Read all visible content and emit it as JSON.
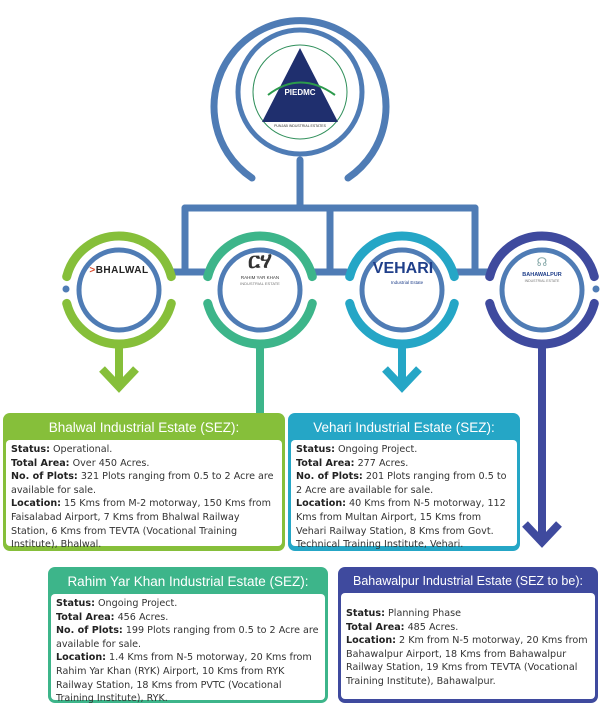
{
  "colors": {
    "connector": "#4f7cb5",
    "bhalwal": "#86bf3a",
    "ryk": "#3db58a",
    "vehari": "#25a6c6",
    "bahawalpur": "#3f4a9e"
  },
  "logos": {
    "center": "PIEDMC",
    "center_sub": "PUNJAB INDUSTRIAL ESTATES",
    "bhalwal": "BHALWAL",
    "ryk": "RAHIM YAR KHAN",
    "ryk_sub": "INDUSTRIAL ESTATE",
    "vehari": "EHARI",
    "vehari_sub": "Industrial Estate",
    "bahawalpur": "BAHAWALPUR",
    "bahawalpur_sub": "INDUSTRIAL ESTATE"
  },
  "estates": {
    "bhalwal": {
      "title": "Bhalwal Industrial Estate (SEZ):",
      "status_label": "Status:",
      "status": " Operational.",
      "area_label": "Total Area:",
      "area": " Over 450 Acres.",
      "plots_label": "No. of Plots:",
      "plots": " 321 Plots ranging from 0.5 to 2 Acre are available for sale.",
      "location_label": "Location:",
      "location": " 15 Kms from M-2 motorway, 150 Kms from Faisalabad Airport, 7 Kms from Bhalwal Railway Station, 6 Kms from TEVTA (Vocational Training Institute), Bhalwal."
    },
    "vehari": {
      "title": "Vehari Industrial Estate (SEZ):",
      "status_label": "Status:",
      "status": " Ongoing Project.",
      "area_label": "Total Area:",
      "area": " 277 Acres.",
      "plots_label": "No. of Plots:",
      "plots": " 201 Plots ranging from 0.5 to 2 Acre are available for sale.",
      "location_label": "Location:",
      "location": " 40 Kms from N-5 motorway, 112 Kms from Multan Airport, 15 Kms from Vehari Railway Station, 8 Kms from Govt. Technical Training Institute, Vehari."
    },
    "ryk": {
      "title": "Rahim Yar Khan Industrial Estate (SEZ):",
      "status_label": "Status:",
      "status": " Ongoing Project.",
      "area_label": "Total Area:",
      "area": " 456 Acres.",
      "plots_label": "No. of Plots:",
      "plots": " 199 Plots ranging from 0.5 to 2 Acre are available for sale.",
      "location_label": "Location:",
      "location": " 1.4 Kms from N-5 motorway, 20 Kms from Rahim Yar Khan (RYK) Airport, 10 Kms from RYK Railway Station, 18 Kms from PVTC (Vocational Training Institute), RYK."
    },
    "bahawalpur": {
      "title": "Bahawalpur Industrial Estate (SEZ to be):",
      "status_label": "Status:",
      "status": " Planning Phase",
      "area_label": "Total Area:",
      "area": " 485 Acres.",
      "location_label": "Location:",
      "location": " 2 Km from N-5 motorway, 20 Kms from Bahawalpur Airport, 18 Kms from Bahawalpur Railway Station, 19 Kms from TEVTA (Vocational Training Institute), Bahawalpur."
    }
  }
}
